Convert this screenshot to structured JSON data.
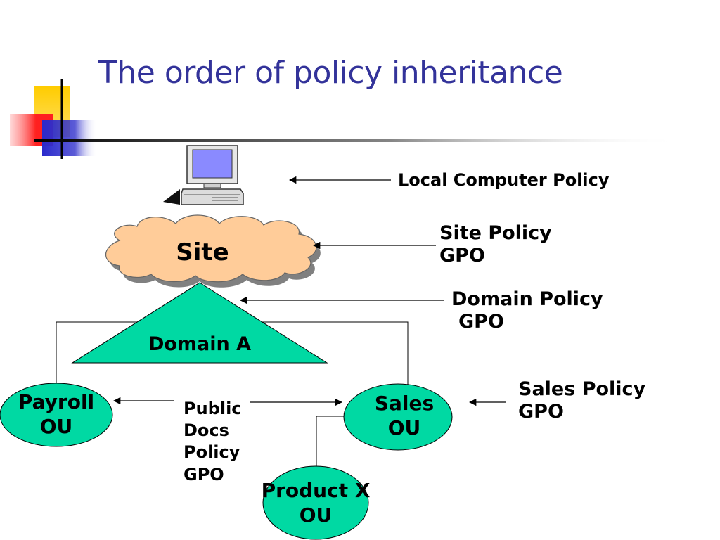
{
  "slide": {
    "title": "The order of policy inheritance"
  },
  "nodes": {
    "site": "Site",
    "domain": "Domain A",
    "payroll": {
      "line1": "Payroll",
      "line2": "OU"
    },
    "sales": {
      "line1": "Sales",
      "line2": "OU"
    },
    "product": {
      "line1": "Product X",
      "line2": "OU"
    }
  },
  "labels": {
    "local_policy": "Local Computer Policy",
    "site_policy": {
      "line1": "Site Policy",
      "line2": "GPO"
    },
    "domain_policy": {
      "line1": "Domain Policy",
      "line2": "GPO"
    },
    "sales_policy": {
      "line1": "Sales Policy",
      "line2": "GPO"
    },
    "public_docs": {
      "line1": "Public",
      "line2": "Docs",
      "line3": "Policy",
      "line4": "GPO"
    }
  },
  "colors": {
    "title": "#33339a",
    "cloud_fill": "#ffcc99",
    "shape_fill": "#00d9a3",
    "accent_yellow": "#ffcc00",
    "accent_red": "#ff3333",
    "accent_blue": "#3333cc"
  },
  "icons": {
    "computer": "desktop-computer-icon"
  }
}
